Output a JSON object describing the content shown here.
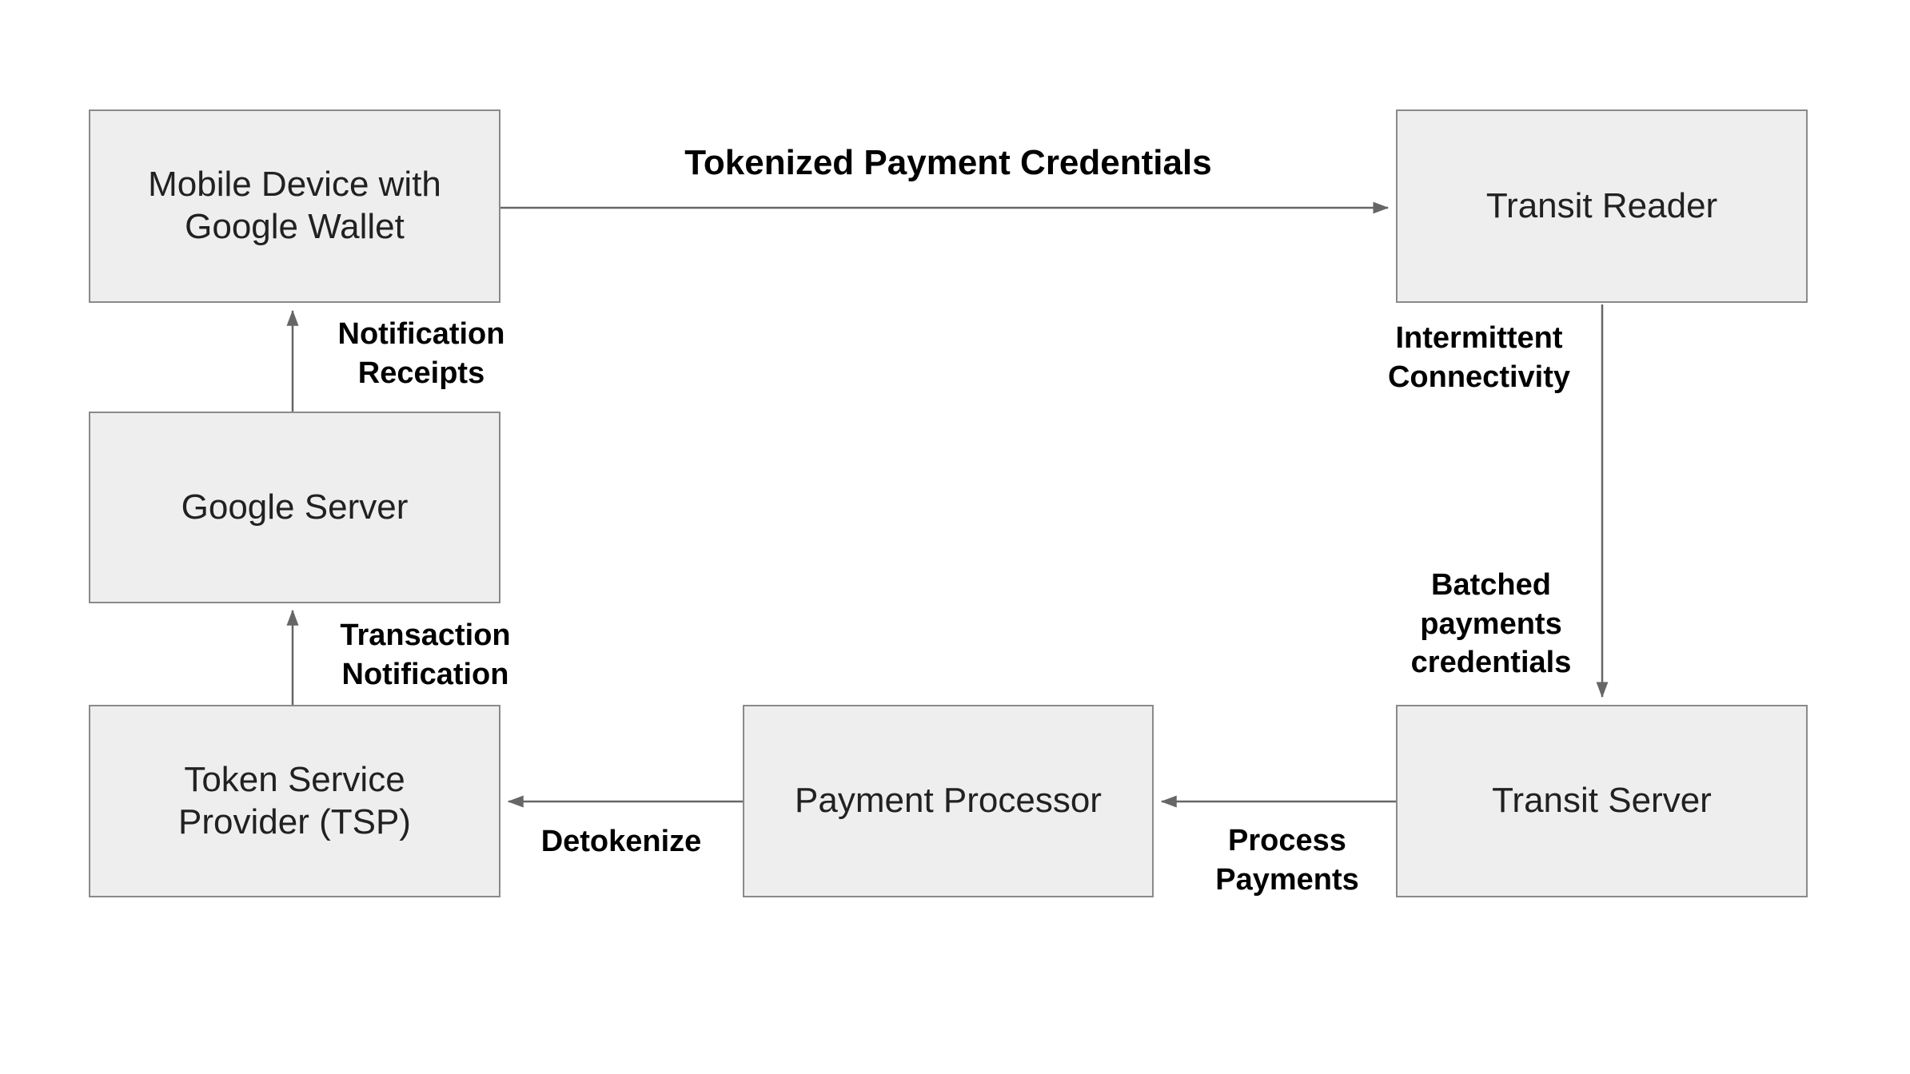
{
  "diagram": {
    "nodes": {
      "mobile_device": {
        "label": "Mobile Device with Google Wallet"
      },
      "transit_reader": {
        "label": "Transit Reader"
      },
      "google_server": {
        "label": "Google Server"
      },
      "tsp": {
        "label": "Token Service Provider (TSP)"
      },
      "payment_processor": {
        "label": "Payment Processor"
      },
      "transit_server": {
        "label": "Transit Server"
      }
    },
    "edges": {
      "tokenized_payment_credentials": {
        "label": "Tokenized Payment Credentials"
      },
      "notification_receipts": {
        "label": "Notification Receipts"
      },
      "intermittent_connectivity": {
        "label": "Intermittent Connectivity"
      },
      "batched_payments_credentials": {
        "label": "Batched payments credentials"
      },
      "transaction_notification": {
        "label": "Transaction Notification"
      },
      "process_payments": {
        "label": "Process Payments"
      },
      "detokenize": {
        "label": "Detokenize"
      }
    },
    "colors": {
      "background": "#ffffff",
      "node_fill": "#eeeeee",
      "node_border": "#8a8a8a",
      "arrow": "#666666",
      "node_text": "#212121",
      "label_text": "#000000"
    }
  }
}
